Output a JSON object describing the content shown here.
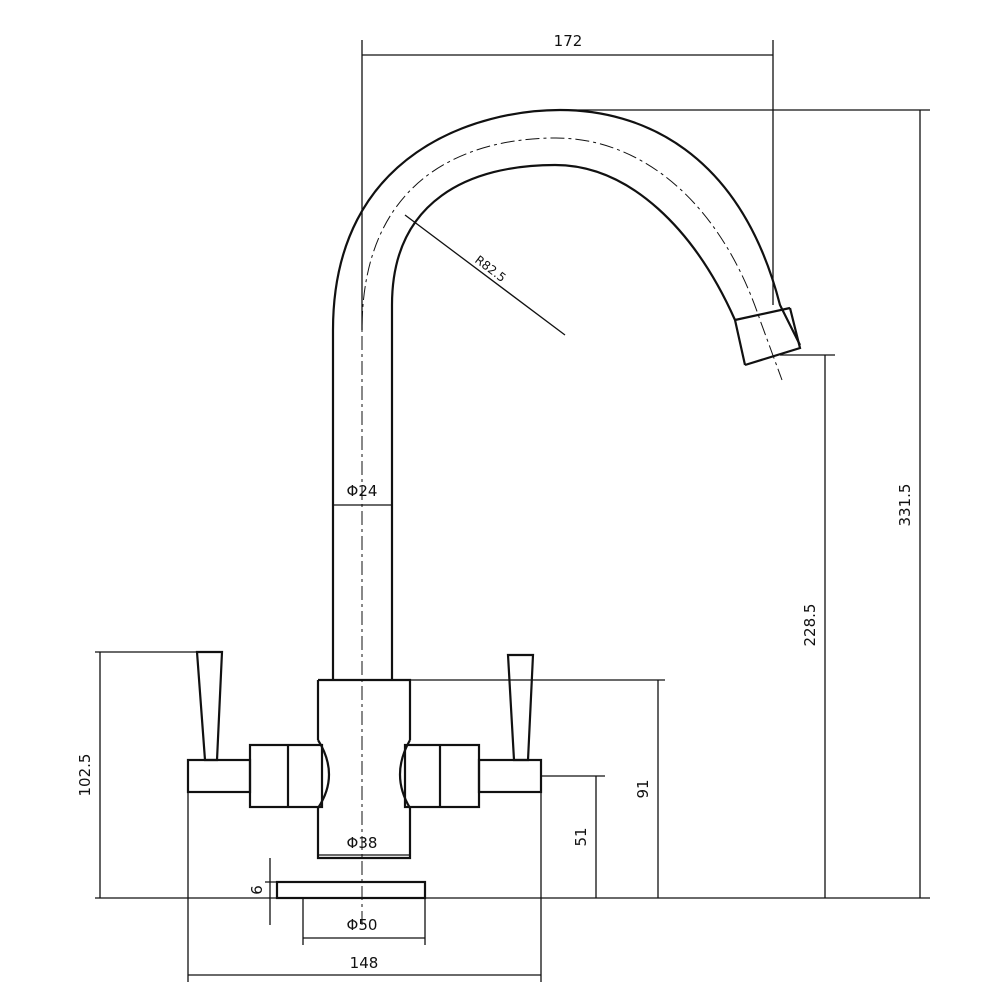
{
  "dimensions": {
    "spout_reach": "172",
    "total_height": "331.5",
    "spout_outlet_height": "228.5",
    "handle_height": "102.5",
    "body_height": "91",
    "lever_axis_height": "51",
    "base_thickness": "6",
    "spout_diameter": "Φ24",
    "spout_radius": "R82.5",
    "body_diameter": "Φ38",
    "base_diameter": "Φ50",
    "overall_width": "148"
  }
}
